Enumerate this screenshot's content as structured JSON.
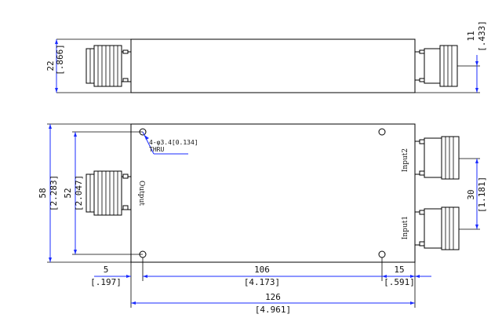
{
  "top_view": {
    "height": {
      "mm": "22",
      "in": "[.866]"
    },
    "port_offset": {
      "mm": "11",
      "in": "[.433]"
    }
  },
  "front_view": {
    "height_total": {
      "mm": "58",
      "in": "[2.283]"
    },
    "hole_spacing_v": {
      "mm": "52",
      "in": "[2.047]"
    },
    "port_spacing": {
      "mm": "30",
      "in": "[1.181]"
    },
    "hole_offset_left": {
      "mm": "5",
      "in": "[.197]"
    },
    "hole_spacing_h": {
      "mm": "106",
      "in": "[4.173]"
    },
    "hole_offset_right": {
      "mm": "15",
      "in": "[.591]"
    },
    "length_total": {
      "mm": "126",
      "in": "[4.961]"
    },
    "hole_note": {
      "line1": "4-φ3.4[0.134]",
      "line2": "THRU"
    },
    "labels": {
      "output": "Output",
      "input1": "Input1",
      "input2": "Input2"
    }
  }
}
